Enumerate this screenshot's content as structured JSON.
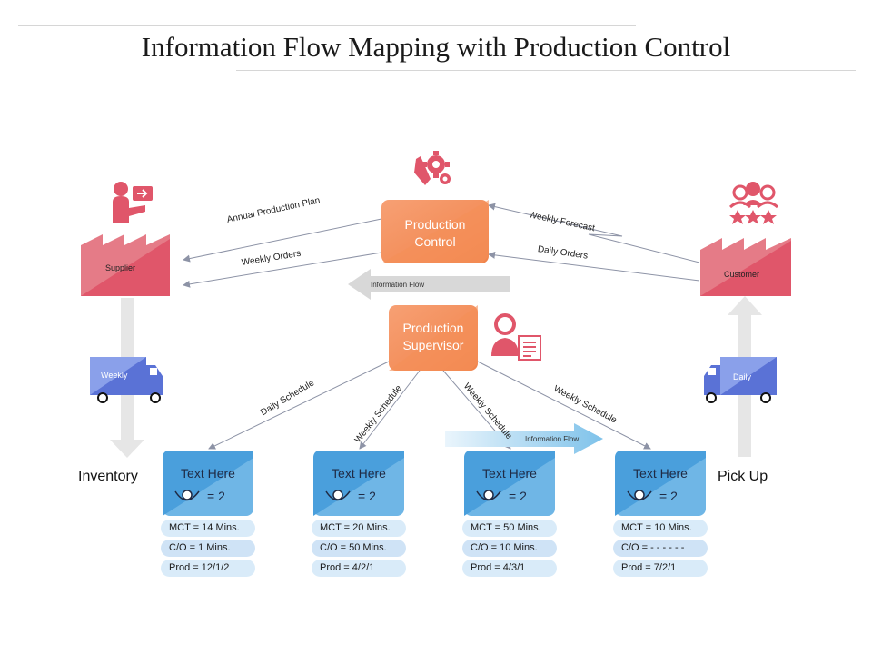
{
  "title": "Information Flow Mapping with Production Control",
  "production_control": "Production Control",
  "production_supervisor": "Production Supervisor",
  "supplier": "Supplier",
  "customer": "Customer",
  "inventory": "Inventory",
  "pickup": "Pick Up",
  "truck_left": "Weekly",
  "truck_right": "Daily",
  "arrows": {
    "annual_plan": "Annual Production Plan",
    "weekly_orders": "Weekly Orders",
    "weekly_forecast": "Weekly Forecast",
    "daily_orders": "Daily Orders",
    "info_flow_1": "Information Flow",
    "info_flow_2": "Information Flow",
    "daily_schedule": "Daily Schedule",
    "weekly_schedule_1": "Weekly Schedule",
    "weekly_schedule_2": "Weekly Schedule",
    "weekly_schedule_3": "Weekly Schedule"
  },
  "processes": [
    {
      "title": "Text Here",
      "count": "= 2",
      "mct": "MCT = 14 Mins.",
      "co": "C/O = 1 Mins.",
      "prod": "Prod = 12/1/2"
    },
    {
      "title": "Text Here",
      "count": "= 2",
      "mct": "MCT = 20 Mins.",
      "co": "C/O = 50 Mins.",
      "prod": "Prod = 4/2/1"
    },
    {
      "title": "Text Here",
      "count": "= 2",
      "mct": "MCT = 50 Mins.",
      "co": "C/O = 10 Mins.",
      "prod": "Prod = 4/3/1"
    },
    {
      "title": "Text Here",
      "count": "= 2",
      "mct": "MCT = 10 Mins.",
      "co": "C/O = - - - - - -",
      "prod": "Prod = 7/2/1"
    }
  ],
  "colors": {
    "orange": "#f58d5b",
    "red": "#e0566a",
    "blue": "#4a9fdc",
    "truck": "#5a72d6"
  }
}
